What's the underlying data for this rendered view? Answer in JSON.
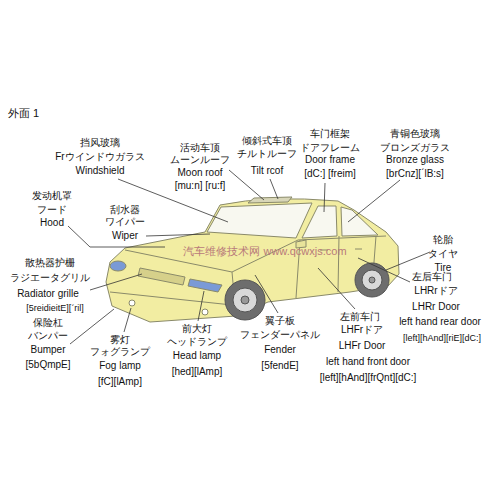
{
  "diagram": {
    "title": "外面 1",
    "labels": [
      "挡风玻璃",
      "Frウインドウガラス",
      "Windshield",
      "活动车顶",
      "ムーンルーフ",
      "Moon roof",
      "[mu:n] [ru:f]",
      "倾斜式车顶",
      "チルトルーフ",
      "Tilt rcof",
      "车门框架",
      "ドアフレーム",
      "Door frame",
      "[dC:] [freim]",
      "青铜色玻璃",
      "ブロンズガラス",
      "Bronze glass",
      "[brCnz][ˊlB:s]",
      "发动机罩",
      "フード",
      "Hood",
      "刮水器",
      "ワイパー",
      "Wiper",
      "轮胎",
      "タイヤ",
      "Tire",
      "散热器护栅",
      "ラジエータグリル",
      "Radiator grille",
      "[5reidieitE][ˊril]",
      "左后车门",
      "LHRrドア",
      "LHRr Door",
      "left hand rear door",
      "[left][hAnd][riE][dC:]",
      "保险杠",
      "バンパー",
      "Bumper",
      "[5bQmpE]",
      "雾灯",
      "フォグランプ",
      "Fog lamp",
      "[fC][lAmp]",
      "前大灯",
      "ヘッドランプ",
      "Head lamp",
      "[hed][lAmp]",
      "翼子板",
      "フェンダーパネル",
      "Fender",
      "[5fendE]",
      "左前车门",
      "LHFrドア",
      "LHFr Door",
      "left hand front door",
      "[left][hAnd][frQnt][dC:]",
      "汽车维修技术网 www.qcwxjs.com"
    ]
  }
}
